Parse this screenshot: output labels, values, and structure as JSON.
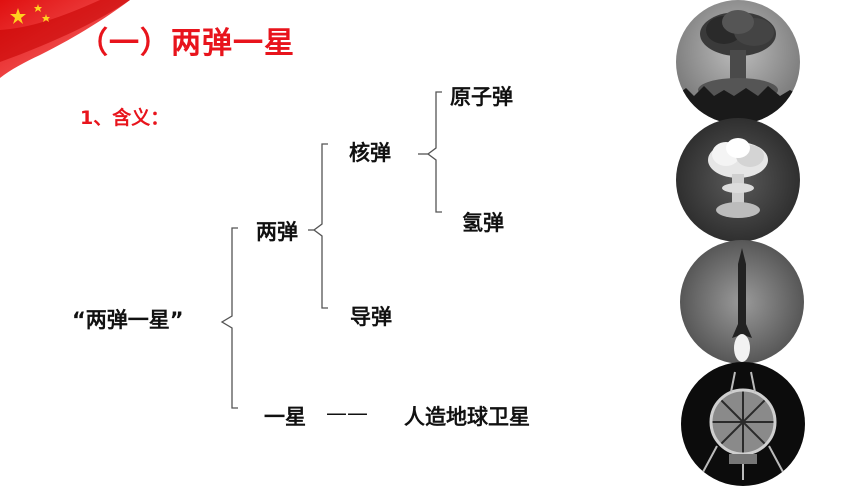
{
  "slide": {
    "title": "（一）两弹一星",
    "subtitle": "1、含义：",
    "diagram": {
      "root": "“两弹一星”",
      "branch_bombs": "两弹",
      "branch_star": "一星",
      "nuclear": "核弹",
      "missile": "导弹",
      "atomic": "原子弹",
      "hydrogen": "氢弹",
      "star_dash": "——",
      "satellite": "人造地球卫星"
    },
    "images": [
      {
        "icon": "mushroom-cloud-photo-icon"
      },
      {
        "icon": "hydrogen-explosion-photo-icon"
      },
      {
        "icon": "missile-launch-photo-icon"
      },
      {
        "icon": "satellite-photo-icon"
      }
    ],
    "colors": {
      "accent": "#e8141c",
      "text": "#111111",
      "line": "#555555"
    }
  }
}
